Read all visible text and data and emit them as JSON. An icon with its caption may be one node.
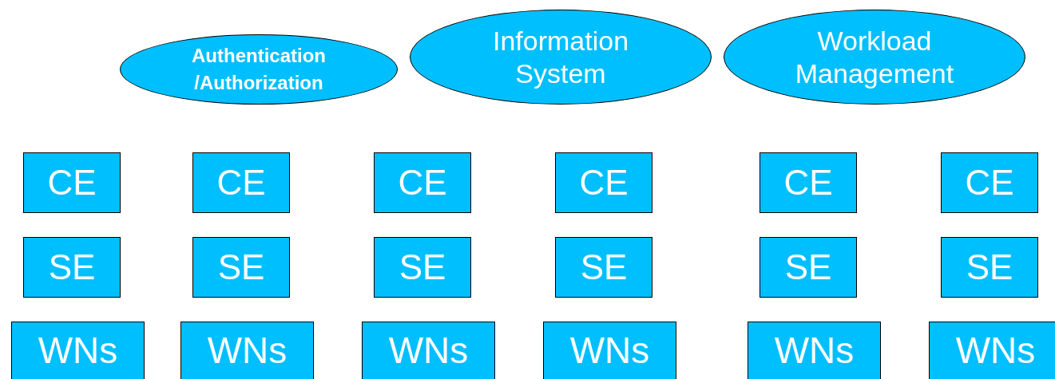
{
  "diagram": {
    "nodes": [
      {
        "text": [
          "Authentication /Authorization"
        ]
      },
      {
        "text": [
          "Information System"
        ]
      },
      {
        "text": [
          "Workload Management"
        ]
      },
      {
        "text": [
          "CE"
        ]
      },
      {
        "text": [
          "CE"
        ]
      },
      {
        "text": [
          "CE"
        ]
      },
      {
        "text": [
          "CE"
        ]
      },
      {
        "text": [
          "CE"
        ]
      },
      {
        "text": [
          "CE"
        ]
      },
      {
        "text": [
          "SE"
        ]
      },
      {
        "text": [
          "SE"
        ]
      },
      {
        "text": [
          "SE"
        ]
      },
      {
        "text": [
          "SE"
        ]
      },
      {
        "text": [
          "SE"
        ]
      },
      {
        "text": [
          "SE"
        ]
      },
      {
        "text": [
          "WNs"
        ]
      },
      {
        "text": [
          "WNs"
        ]
      },
      {
        "text": [
          "WNs"
        ]
      },
      {
        "text": [
          "WNs"
        ]
      },
      {
        "text": [
          "WNs"
        ]
      },
      {
        "text": [
          "WNs"
        ]
      }
    ],
    "edges": []
  }
}
